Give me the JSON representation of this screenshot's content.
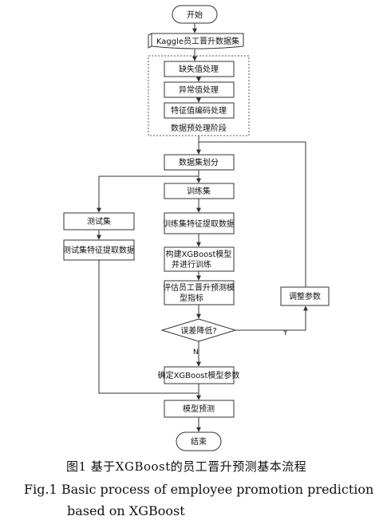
{
  "diagram": {
    "start": "开始",
    "dataset": "Kaggle员工晋升数据集",
    "missing": "缺失值处理",
    "outlier": "异常值处理",
    "encoding": "特征值编码处理",
    "preprocess_stage": "数据预处理阶段",
    "split": "数据集划分",
    "train_set": "训练集",
    "test_set": "测试集",
    "test_feature": "测试集特征提取数据",
    "train_feature": "训练集特征提取数据",
    "build_model": [
      "构建XGBoost模型",
      "并进行训练"
    ],
    "evaluate": [
      "评估员工晋升预测模",
      "型指标"
    ],
    "adjust": "调整参数",
    "decision": "误差降低?",
    "yes": "Y",
    "no": "N",
    "confirm": "确定XGBoost模型参数",
    "predict": "模型预测",
    "end": "结束"
  },
  "caption": {
    "zh": "图1 基于XGBoost的员工晋升预测基本流程",
    "en_line1": "Fig.1 Basic process of employee promotion prediction",
    "en_line2": "based on XGBoost"
  }
}
